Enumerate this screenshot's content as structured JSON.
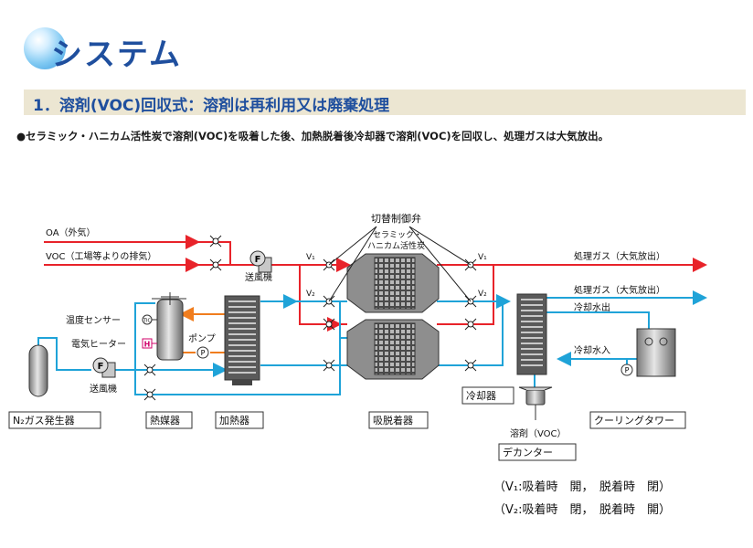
{
  "header": {
    "title": "システム",
    "section": "1．溶剤(VOC)回収式：溶剤は再利用又は廃棄処理",
    "description": "●セラミック・ハニカム活性炭で溶剤(VOC)を吸着した後、加熱脱着後冷却器で溶剤(VOC)を回収し、処理ガスは大気放出。"
  },
  "diagram": {
    "inputs": {
      "oa": "OA（外気）",
      "voc": "VOC（工場等よりの排気）"
    },
    "outputs": {
      "treated_gas_1": "処理ガス（大気放出）",
      "treated_gas_2": "処理ガス（大気放出）",
      "cooling_water_out": "冷却水出",
      "cooling_water_in": "冷却水入"
    },
    "labels": {
      "switch_valve": "切替制御弁",
      "honeycomb_1": "セラミック・",
      "honeycomb_2": "ハニカム活性炭",
      "blower_top": "送風機",
      "blower_bottom": "送風機",
      "temp_sensor": "温度センサー",
      "heater": "電気ヒーター",
      "pump": "ポンプ",
      "v1_left": "V₁",
      "v2_left": "V₂",
      "v1_right": "V₁",
      "v2_right": "V₂",
      "solvent": "溶剤（VOC）",
      "fan_symbol": "F",
      "pump_symbol": "P",
      "heater_symbol": "H",
      "tic_symbol": "TIC"
    },
    "equipment": {
      "n2": "N₂ガス発生器",
      "heat_medium": "熱媒器",
      "heater_unit": "加熱器",
      "adsorber": "吸脱着器",
      "cooler": "冷却器",
      "decanter": "デカンター",
      "cooling_tower": "クーリングタワー"
    },
    "notes": {
      "v1": "（V₁:吸着時　開，　脱着時　閉）",
      "v2": "（V₂:吸着時　閉，　脱着時　開）"
    },
    "colors": {
      "red_line": "#e8232a",
      "blue_line": "#1fa3d8",
      "orange_line": "#f07d1e",
      "title": "#1f4f9e",
      "section_bar": "#ece6d2"
    }
  }
}
